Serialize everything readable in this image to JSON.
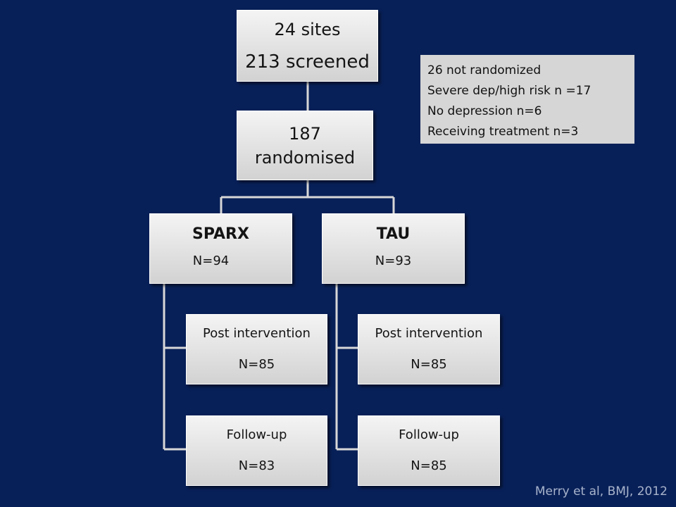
{
  "top": {
    "line1": "24 sites",
    "line2": "213 screened"
  },
  "randomised": {
    "line1": "187",
    "line2": "randomised"
  },
  "arms": [
    {
      "name": "SPARX",
      "n": "N=94",
      "post": {
        "label": "Post intervention",
        "n": "N=85"
      },
      "followup": {
        "label": "Follow-up",
        "n": "N=83"
      }
    },
    {
      "name": "TAU",
      "n": "N=93",
      "post": {
        "label": "Post intervention",
        "n": "N=85"
      },
      "followup": {
        "label": "Follow-up",
        "n": "N=85"
      }
    }
  ],
  "exclusion": {
    "lines": [
      "26 not randomized",
      "Severe dep/high risk n =17",
      "No depression n=6",
      "Receiving treatment n=3"
    ]
  },
  "citation": "Merry et al, BMJ, 2012"
}
